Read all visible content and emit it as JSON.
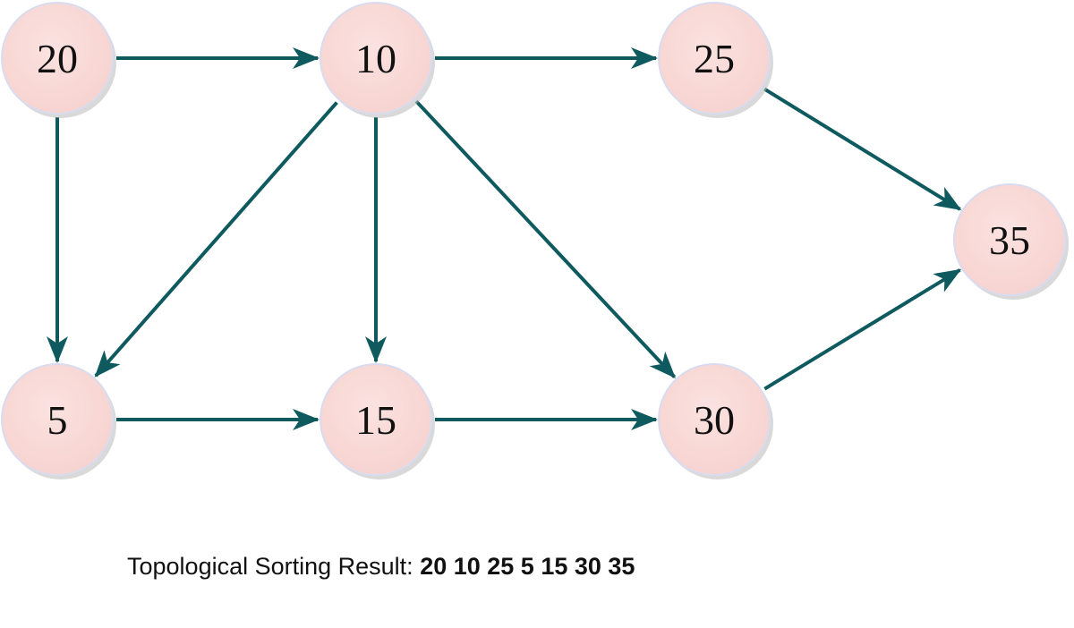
{
  "graph": {
    "nodes": [
      {
        "id": "n20",
        "label": "20"
      },
      {
        "id": "n10",
        "label": "10"
      },
      {
        "id": "n25",
        "label": "25"
      },
      {
        "id": "n35",
        "label": "35"
      },
      {
        "id": "n5",
        "label": "5"
      },
      {
        "id": "n15",
        "label": "15"
      },
      {
        "id": "n30",
        "label": "30"
      }
    ],
    "edges": [
      {
        "from": "n20",
        "to": "n10"
      },
      {
        "from": "n20",
        "to": "n5"
      },
      {
        "from": "n10",
        "to": "n25"
      },
      {
        "from": "n10",
        "to": "n5"
      },
      {
        "from": "n10",
        "to": "n15"
      },
      {
        "from": "n10",
        "to": "n30"
      },
      {
        "from": "n25",
        "to": "n35"
      },
      {
        "from": "n5",
        "to": "n15"
      },
      {
        "from": "n15",
        "to": "n30"
      },
      {
        "from": "n30",
        "to": "n35"
      }
    ],
    "colors": {
      "node_fill": "#f9d9d7",
      "node_border": "#d9dcef",
      "node_shadow": "#b9b9b9",
      "edge": "#0e5a5e"
    }
  },
  "result": {
    "label": "Topological Sorting Result:",
    "order": "20 10 25 5 15 30 35"
  }
}
